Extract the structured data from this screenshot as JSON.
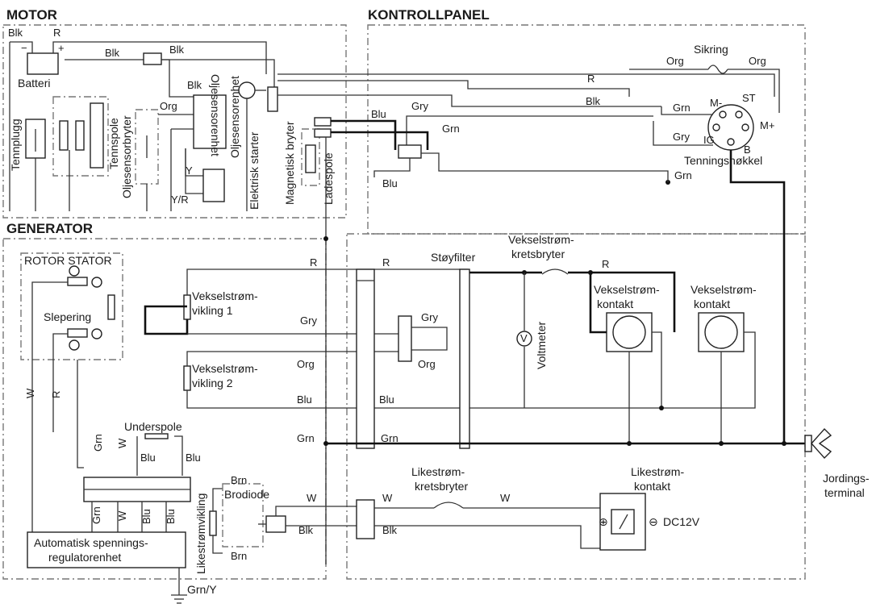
{
  "sections": {
    "motor": "MOTOR",
    "generator": "GENERATOR",
    "control_panel": "KONTROLLPANEL"
  },
  "components": {
    "battery": "Batteri",
    "spark_plug": "Tennplugg",
    "ignition_coil": "Tennspole",
    "oil_sensor_switch": "Oljesensorbryter",
    "oil_sensor_unit_1": "Oljesensorenhet",
    "oil_sensor_unit_2": "Oljesensorenhet",
    "electric_starter": "Elektrisk starter",
    "magnetic_switch": "Magnetisk bryter",
    "charging_coil": "Ladespole",
    "fuse": "Sikring",
    "ignition_key": "Tenningsnøkkel",
    "key_st": "ST",
    "key_m_minus": "M-",
    "key_m_plus": "M+",
    "key_ig": "IG",
    "key_b": "B",
    "rotor_stator": "ROTOR STATOR",
    "slip_ring": "Slepering",
    "ac_winding_1a": "Vekselstrøm-",
    "ac_winding_1b": "vikling 1",
    "ac_winding_2a": "Vekselstrøm-",
    "ac_winding_2b": "vikling 2",
    "noise_filter": "Støyfilter",
    "ac_breaker_a": "Vekselstrøm-",
    "ac_breaker_b": "kretsbryter",
    "voltmeter": "Voltmeter",
    "voltmeter_symbol": "V",
    "ac_outlet_1a": "Vekselstrøm-",
    "ac_outlet_1b": "kontakt",
    "ac_outlet_2a": "Vekselstrøm-",
    "ac_outlet_2b": "kontakt",
    "sub_coil": "Underspole",
    "bridge_diode": "Brodiode",
    "dc_winding": "Likestrømvikling",
    "avr_a": "Automatisk spennings-",
    "avr_b": "regulatorenhet",
    "ground_wire": "Grn/Y",
    "dc_breaker_a": "Likestrøm-",
    "dc_breaker_b": "kretsbryter",
    "dc_outlet_a": "Likestrøm-",
    "dc_outlet_b": "kontakt",
    "dc_voltage": "DC12V",
    "ground_terminal_a": "Jordings-",
    "ground_terminal_b": "terminal"
  },
  "wires": {
    "blk": "Blk",
    "r": "R",
    "org": "Org",
    "gry": "Gry",
    "grn": "Grn",
    "blu": "Blu",
    "w": "W",
    "y": "Y",
    "yr": "Y/R",
    "brn": "Brn"
  },
  "colors": {
    "line": "#222222",
    "frame": "#777777",
    "background": "#ffffff"
  }
}
